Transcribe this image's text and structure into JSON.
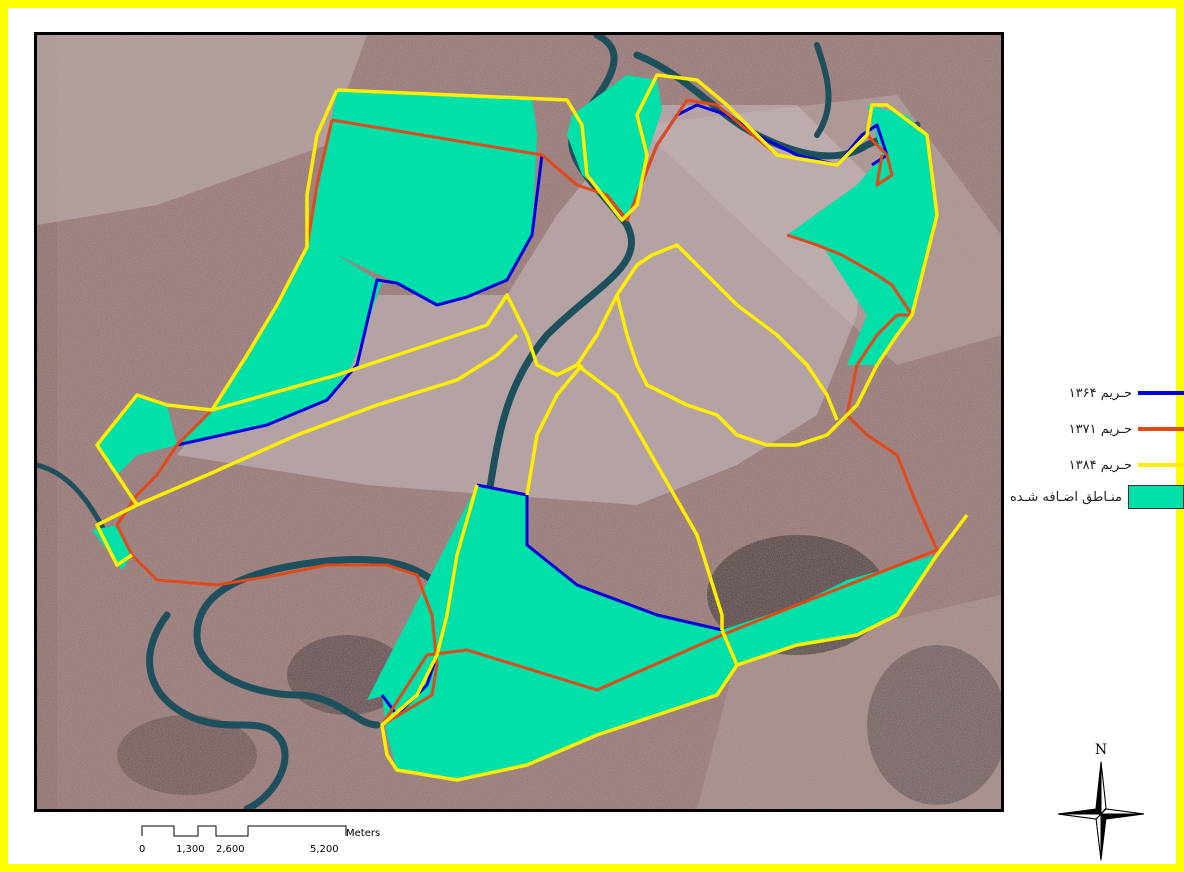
{
  "map": {
    "colors": {
      "frame_outer": "#ffff00",
      "added_areas_fill": "#00e0a8",
      "boundary_1364": "#0000dd",
      "boundary_1371": "#e04a1a",
      "boundary_1384": "#ffee00",
      "river": "#1e4f5c"
    }
  },
  "legend": {
    "items": [
      {
        "label": "حـریم ۱۳۶۴",
        "kind": "line",
        "color": "#0000dd"
      },
      {
        "label": "حـریم ۱۳۷۱",
        "kind": "line",
        "color": "#e04a1a"
      },
      {
        "label": "حـریم ۱۳۸۴",
        "kind": "line",
        "color": "#ffee00"
      },
      {
        "label": "منـاطق اضـافه شـده",
        "kind": "fill",
        "color": "#00e0a8"
      }
    ]
  },
  "scalebar": {
    "unit": "Meters",
    "ticks": [
      "0",
      "1,300",
      "2,600",
      "5,200"
    ]
  },
  "north_arrow": {
    "label": "N",
    "icon": "compass-rose-icon"
  }
}
